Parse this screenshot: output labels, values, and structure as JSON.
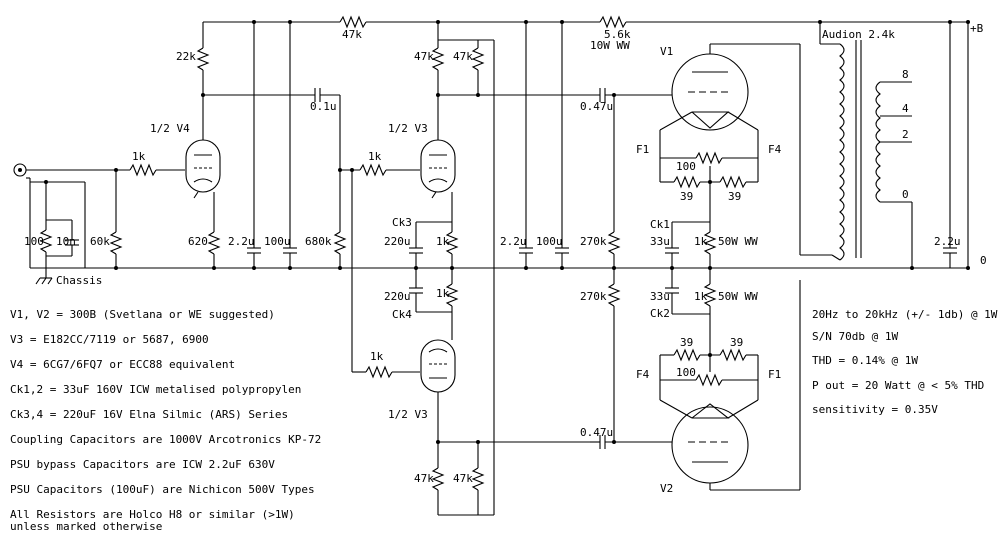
{
  "rails": {
    "plus": "+B",
    "zero": "0"
  },
  "transformer": "Audion 2.4k",
  "taps": [
    "8",
    "4",
    "2",
    "0"
  ],
  "tubes": {
    "v4": "1/2 V4",
    "v3a": "1/2 V3",
    "v3b": "1/2 V3",
    "v1": "V1",
    "v2": "V2"
  },
  "parts": {
    "r_top1": "47k",
    "r_top2a": "5.6k",
    "r_top2b": "10W WW",
    "r_22k": "22k",
    "r_47k_a": "47k",
    "r_47k_b": "47k",
    "c_01u": "0.1u",
    "c_047u_top": "0.47u",
    "c_047u_bot": "0.47u",
    "r_in_1k": "1k",
    "r_v3a_1k": "1k",
    "r_v3b_1k": "1k",
    "r_100": "100",
    "c_10n": "10n",
    "r_60k": "60k",
    "r_620": "620",
    "c_22u_1": "2.2u",
    "c_100u_1": "100u",
    "r_680k": "680k",
    "ck3": "Ck3",
    "c_220u_1": "220u",
    "r_1k_k1": "1k",
    "c_220u_2": "220u",
    "ck4": "Ck4",
    "r_1k_k2": "1k",
    "c_22u_2": "2.2u",
    "c_100u_2": "100u",
    "r_270k_1": "270k",
    "r_270k_2": "270k",
    "ck1": "Ck1",
    "c_33u_1": "33u",
    "r_1k_ww1": "1k",
    "r_50w_1": "50W WW",
    "c_33u_2": "33u",
    "ck2": "Ck2",
    "r_1k_ww2": "1k",
    "r_50w_2": "50W WW",
    "f1_top": "F1",
    "f4_top": "F4",
    "r_hum_top": "100",
    "r_39_a": "39",
    "r_39_b": "39",
    "r_39_c": "39",
    "r_39_d": "39",
    "r_hum_bot": "100",
    "f4_bot": "F4",
    "f1_bot": "F1",
    "r_47k_c": "47k",
    "r_47k_d": "47k",
    "c_22u_3": "2.2u",
    "chassis": "Chassis"
  },
  "notes": [
    "V1, V2 = 300B (Svetlana or WE suggested)",
    "V3 = E182CC/7119 or 5687, 6900",
    "V4 = 6CG7/6FQ7 or ECC88 equivalent",
    "Ck1,2 = 33uF 160V ICW metalised polypropylen",
    "Ck3,4 = 220uF 16V Elna Silmic (ARS) Series",
    "Coupling Capacitors are 1000V Arcotronics KP-72",
    "PSU bypass Capacitors are ICW 2.2uF 630V",
    "PSU Capacitors (100uF) are Nichicon 500V Types",
    "All Resistors are Holco H8 or similar (>1W)",
    "unless marked otherwise"
  ],
  "specs": [
    "20Hz to 20kHz (+/- 1db) @ 1W",
    "S/N 70db @ 1W",
    "THD  = 0.14% @ 1W",
    "P out = 20 Watt @ < 5% THD",
    "sensitivity = 0.35V"
  ]
}
